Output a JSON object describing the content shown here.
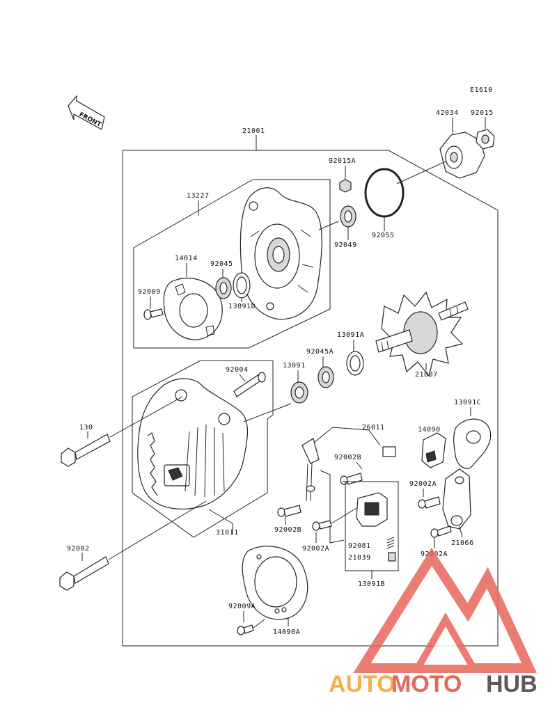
{
  "diagram_code": "E1610",
  "front_label": "FRONT",
  "labels": {
    "p21001": "21001",
    "p42034": "42034",
    "p92015": "92015",
    "p92015A": "92015A",
    "p13227": "13227",
    "p92055": "92055",
    "p92049": "92049",
    "p14014": "14014",
    "p92045": "92045",
    "p92009": "92009",
    "p13091D": "13091D",
    "p13091A": "13091A",
    "p92045A": "92045A",
    "p21007": "21007",
    "p92004": "92004",
    "p13091": "13091",
    "p130": "130",
    "p26011": "26011",
    "p13091C": "13091C",
    "p14090": "14090",
    "p92002B_top": "92002B",
    "p92002A_right": "92002A",
    "p92002B_left": "92002B",
    "p92002A_mid": "92002A",
    "p31011": "31011",
    "p92081": "92081",
    "p21039": "21039",
    "p21066": "21066",
    "p92002A_lower": "92002A",
    "p92002": "92002",
    "p13091B": "13091B",
    "p92009A": "92009A",
    "p14090A": "14090A"
  },
  "watermark": {
    "part1": "AUTO",
    "part2": "MOTO",
    "part3": "HUB",
    "colors": {
      "auto": "#f5b04a",
      "moto": "#e8665a",
      "hub": "#5a5a5a",
      "logo": "#e8665a"
    }
  }
}
